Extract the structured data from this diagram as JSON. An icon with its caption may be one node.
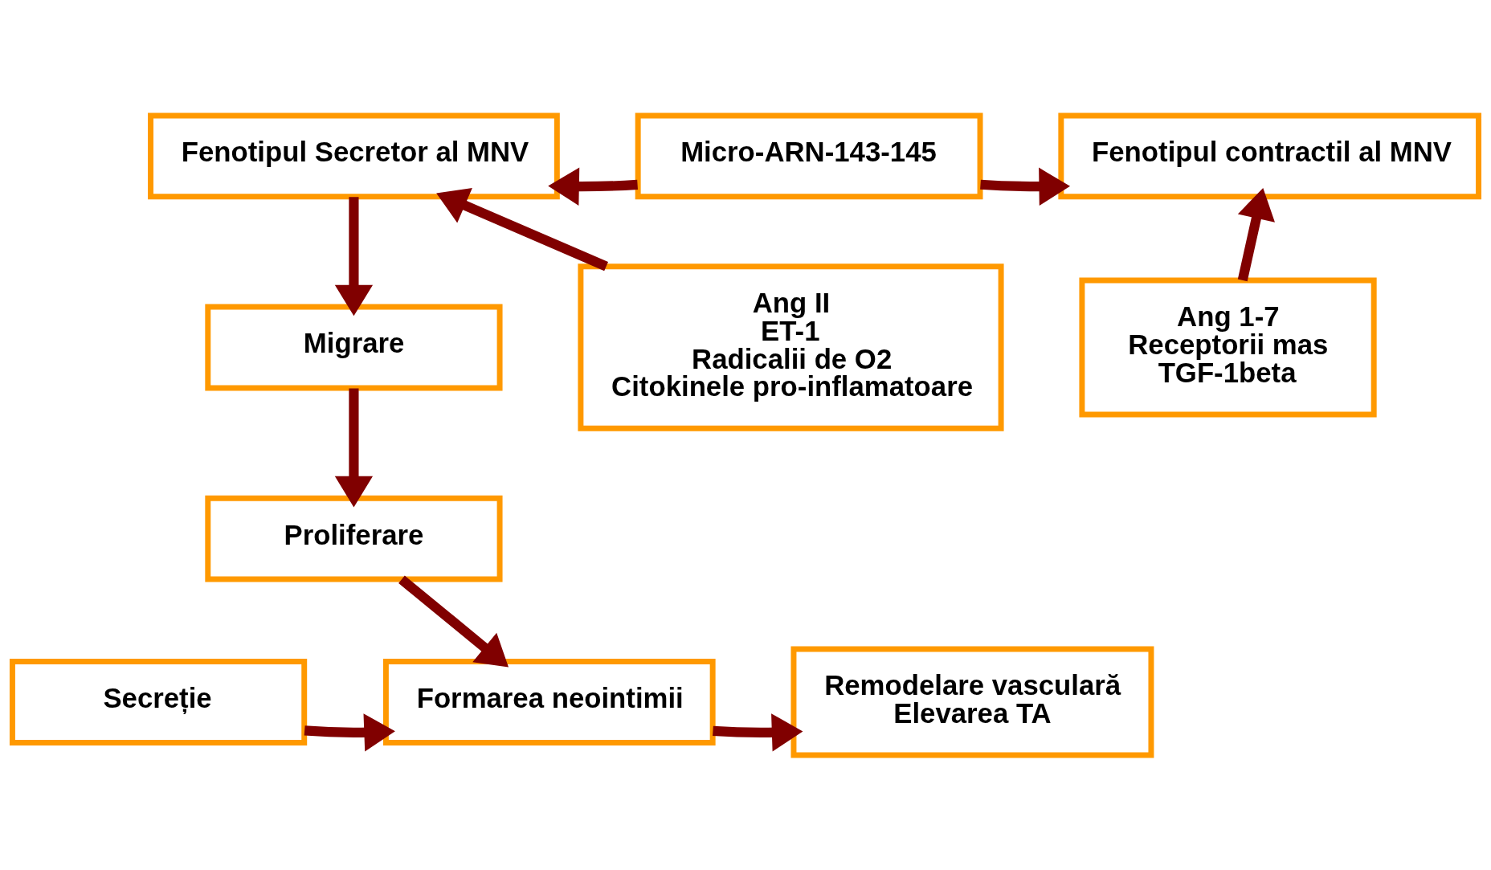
{
  "diagram": {
    "nodes": [
      {
        "text": [
          "Fenotipul Secretor al MNV"
        ]
      },
      {
        "text": [
          "Micro-ARN-143-145"
        ]
      },
      {
        "text": [
          "Fenotipul contractil al MNV"
        ]
      },
      {
        "text": [
          "Migrare"
        ]
      },
      {
        "text": [
          "Ang II",
          "ET-1",
          "Radicalii de O2",
          "Citokinele pro-inflamatoare"
        ]
      },
      {
        "text": [
          "Ang 1-7",
          "Receptorii mas",
          "TGF-1beta"
        ]
      },
      {
        "text": [
          "Proliferare"
        ]
      },
      {
        "text": [
          "Formarea neointimii"
        ]
      },
      {
        "text": [
          "Secreție"
        ]
      },
      {
        "text": [
          "Remodelare vasculară",
          "Elevarea TA"
        ]
      }
    ],
    "edges": [
      {
        "from": 1,
        "to": 0,
        "arrow": "to"
      },
      {
        "from": 1,
        "to": 2,
        "arrow": "to"
      },
      {
        "from": 0,
        "to": 3,
        "arrow": "to"
      },
      {
        "from": 4,
        "to": 0,
        "arrow": "to"
      },
      {
        "from": 5,
        "to": 2,
        "arrow": "to"
      },
      {
        "from": 3,
        "to": 6,
        "arrow": "to"
      },
      {
        "from": 6,
        "to": 7,
        "arrow": "to"
      },
      {
        "from": 8,
        "to": 7,
        "arrow": "to"
      },
      {
        "from": 7,
        "to": 9,
        "arrow": "to"
      }
    ]
  }
}
